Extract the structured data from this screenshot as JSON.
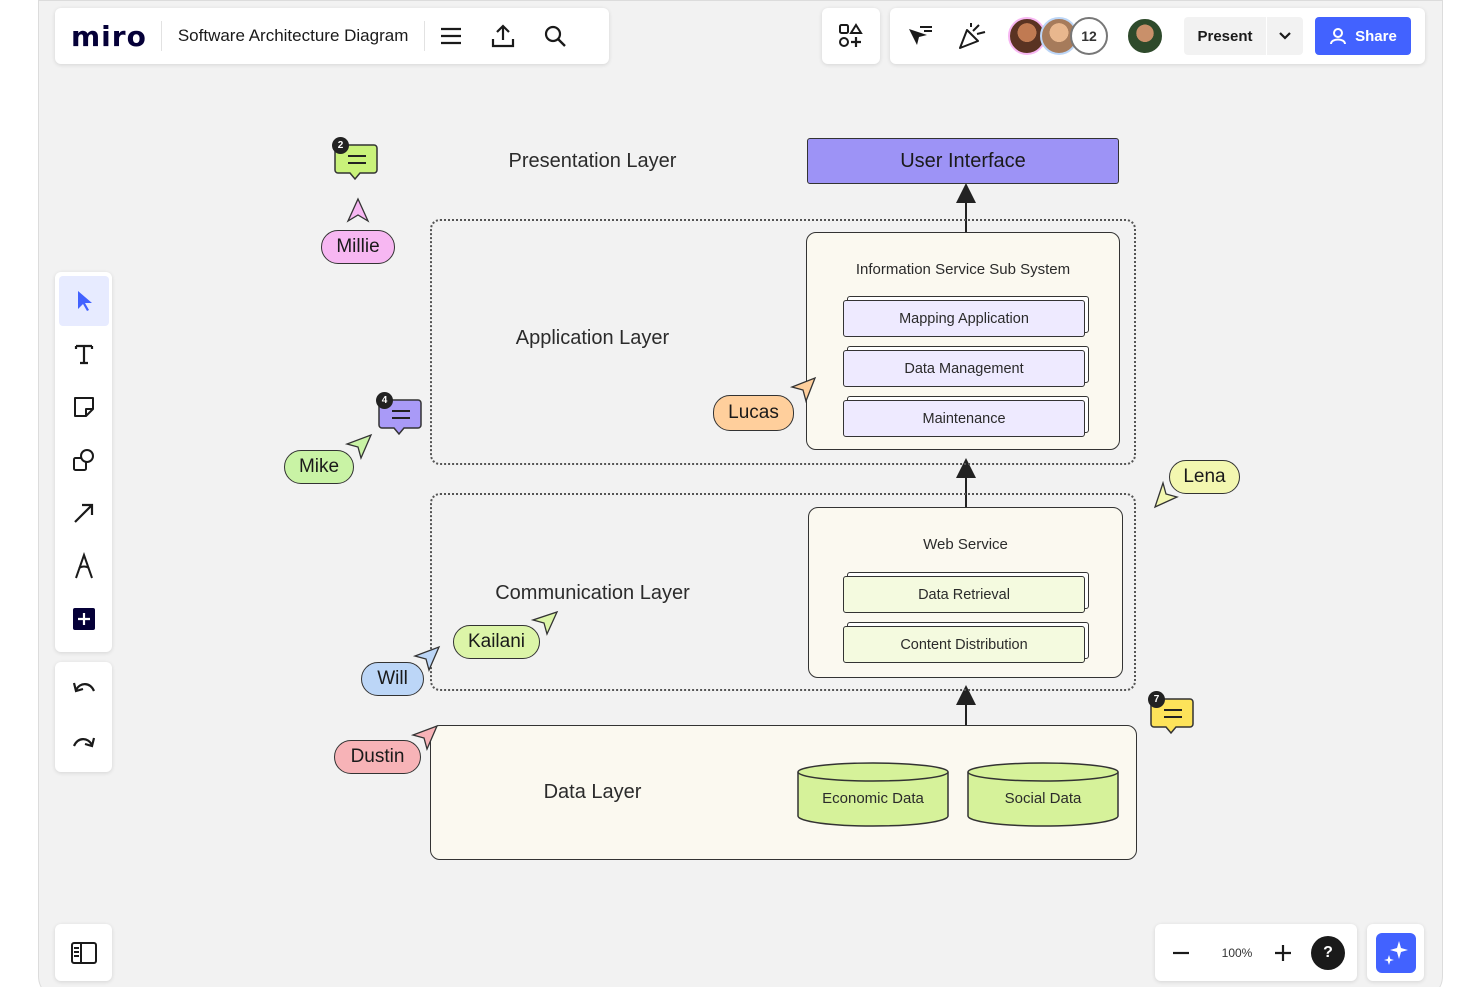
{
  "board": {
    "logo": "miro",
    "title": "Software Architecture Diagram"
  },
  "collaborators": {
    "extra_count": "12",
    "present_label": "Present",
    "share_label": "Share"
  },
  "zoom": {
    "level": "100%",
    "help_label": "?"
  },
  "diagram": {
    "presentation_layer": {
      "label": "Presentation Layer",
      "component": "User Interface"
    },
    "application_layer": {
      "label": "Application Layer",
      "subsystem": "Information Service Sub System",
      "modules": [
        "Mapping Application",
        "Data Management",
        "Maintenance"
      ]
    },
    "communication_layer": {
      "label": "Communication Layer",
      "subsystem": "Web Service",
      "modules": [
        "Data Retrieval",
        "Content Distribution"
      ]
    },
    "data_layer": {
      "label": "Data Layer",
      "stores": [
        "Economic Data",
        "Social Data"
      ]
    }
  },
  "cursors": [
    {
      "name": "Millie",
      "color": "#f7b7f2"
    },
    {
      "name": "Mike",
      "color": "#c9f3a5"
    },
    {
      "name": "Lucas",
      "color": "#ffcf9c"
    },
    {
      "name": "Lena",
      "color": "#f3f7b0"
    },
    {
      "name": "Kailani",
      "color": "#dcf5a8"
    },
    {
      "name": "Will",
      "color": "#bcd6f7"
    },
    {
      "name": "Dustin",
      "color": "#f7b3b7"
    }
  ],
  "comments": [
    {
      "count": "2",
      "color": "#c9f27a"
    },
    {
      "count": "4",
      "color": "#a99af7"
    },
    {
      "count": "7",
      "color": "#fde35a"
    }
  ],
  "icons": {
    "menu": "hamburger-icon",
    "export": "upload-icon",
    "search": "search-icon",
    "apps": "apps-icon",
    "cursor_follow": "cursor-icon",
    "celebrate": "celebrate-icon",
    "select": "pointer-icon",
    "text": "text-icon",
    "sticky": "sticky-note-icon",
    "shapes": "shapes-icon",
    "line": "arrow-icon",
    "pen": "pen-icon",
    "more": "plus-icon",
    "undo": "undo-icon",
    "redo": "redo-icon",
    "panel": "sidebar-icon",
    "zoom_out": "minus-icon",
    "zoom_in": "plus-icon",
    "ai": "sparkle-icon"
  }
}
